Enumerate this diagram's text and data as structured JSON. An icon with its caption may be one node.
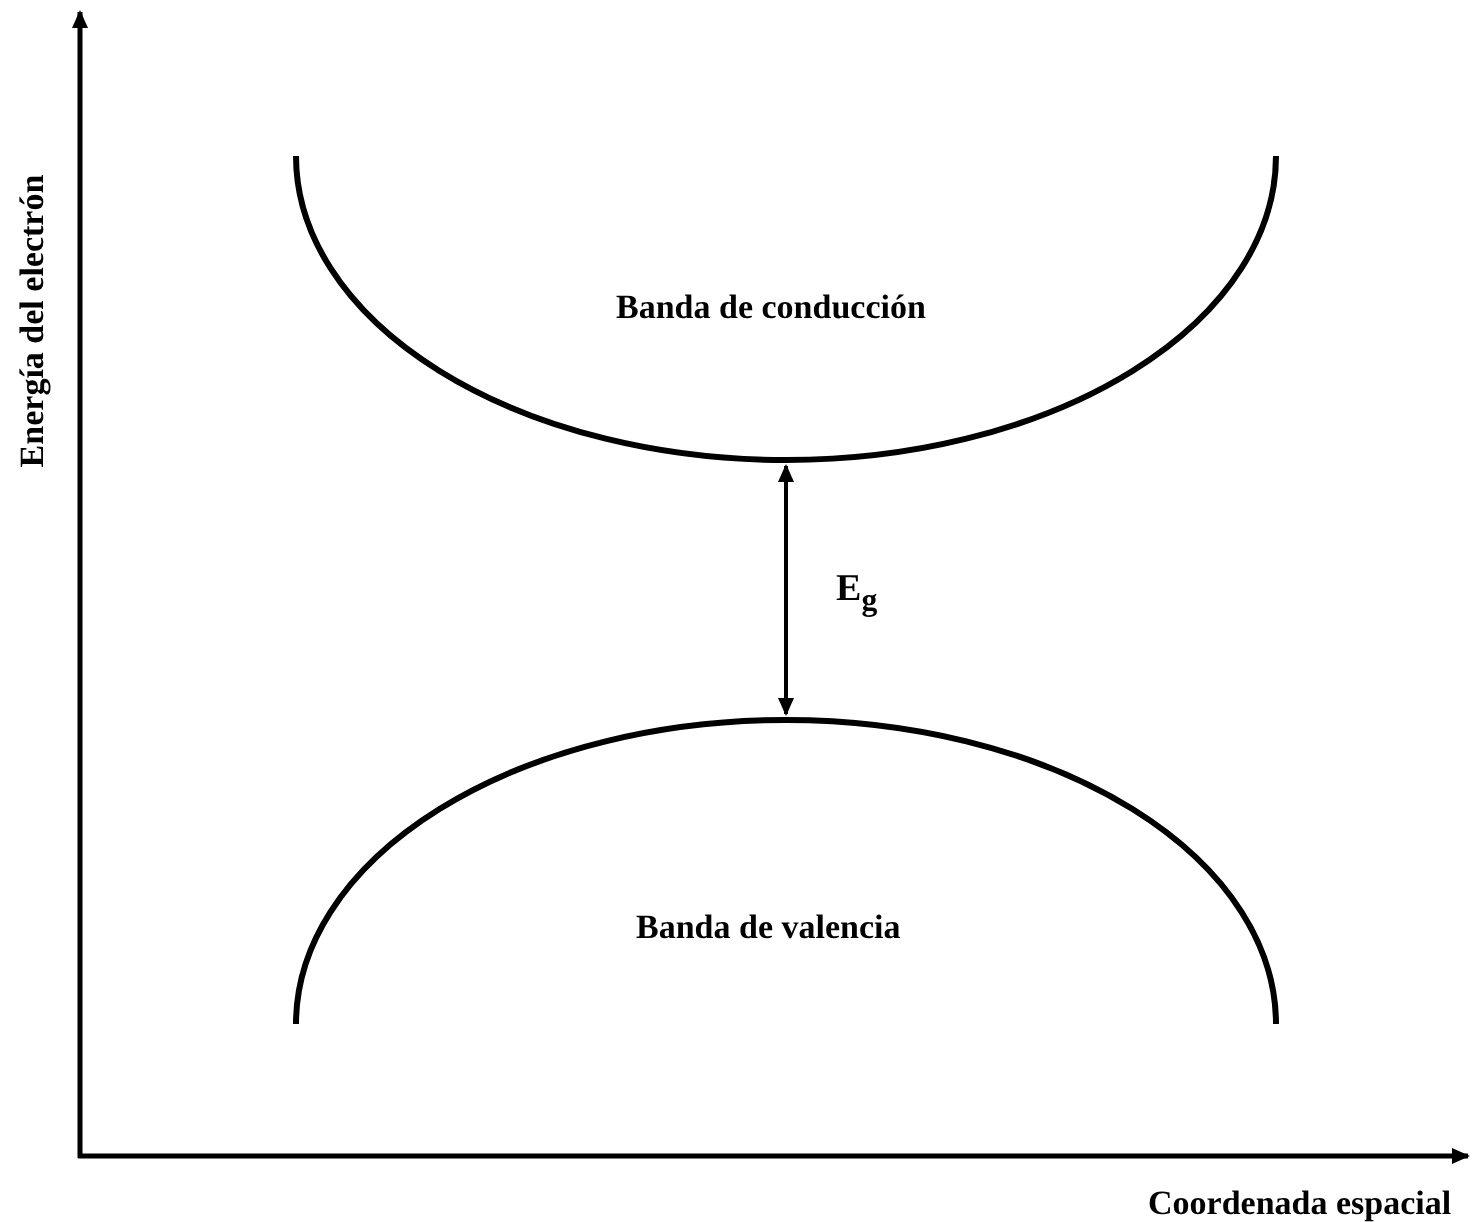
{
  "diagram": {
    "labels": [
      "Energía del electrón",
      "Banda de conducción",
      "E$_{g}$",
      "Banda de valencia",
      "Coordenada espacial"
    ]
  }
}
